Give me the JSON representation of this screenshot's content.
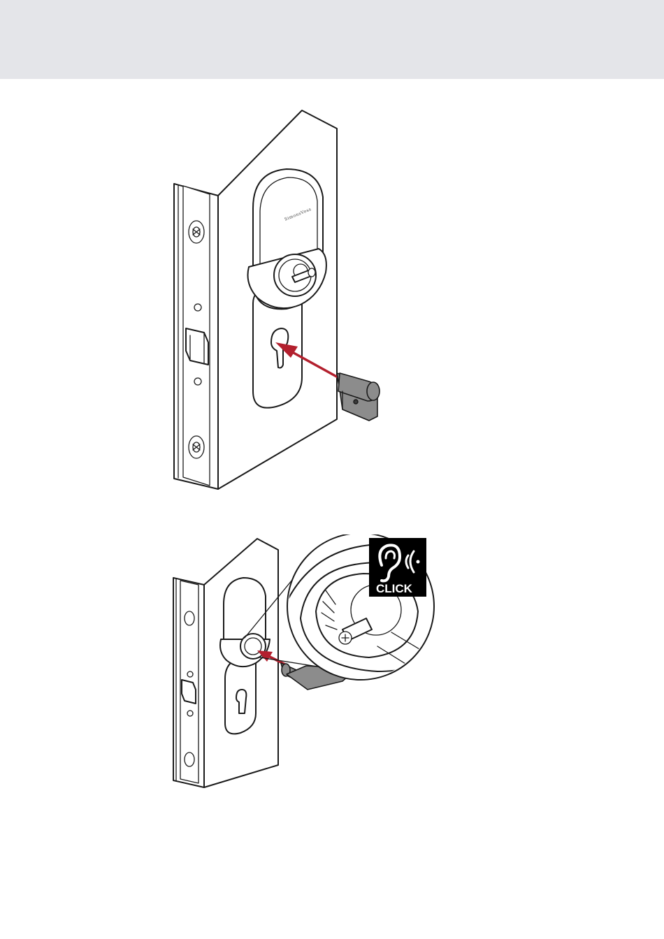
{
  "header": {
    "background": "#e4e5e9"
  },
  "steps": [
    {
      "id": "insert-cylinder",
      "icons": [
        "door-edge-illustration",
        "lock-escutcheon-illustration",
        "half-cylinder-illustration",
        "insert-arrow-icon"
      ],
      "arrow_color": "#b3202e",
      "logo_text": "SimonsVoss"
    },
    {
      "id": "click-into-place",
      "icons": [
        "door-edge-illustration",
        "magnifier-callout-illustration",
        "ear-icon",
        "sound-waves-icon"
      ],
      "badge": {
        "label": "CLICK",
        "background": "#000000",
        "text_color": "#ffffff"
      }
    }
  ]
}
